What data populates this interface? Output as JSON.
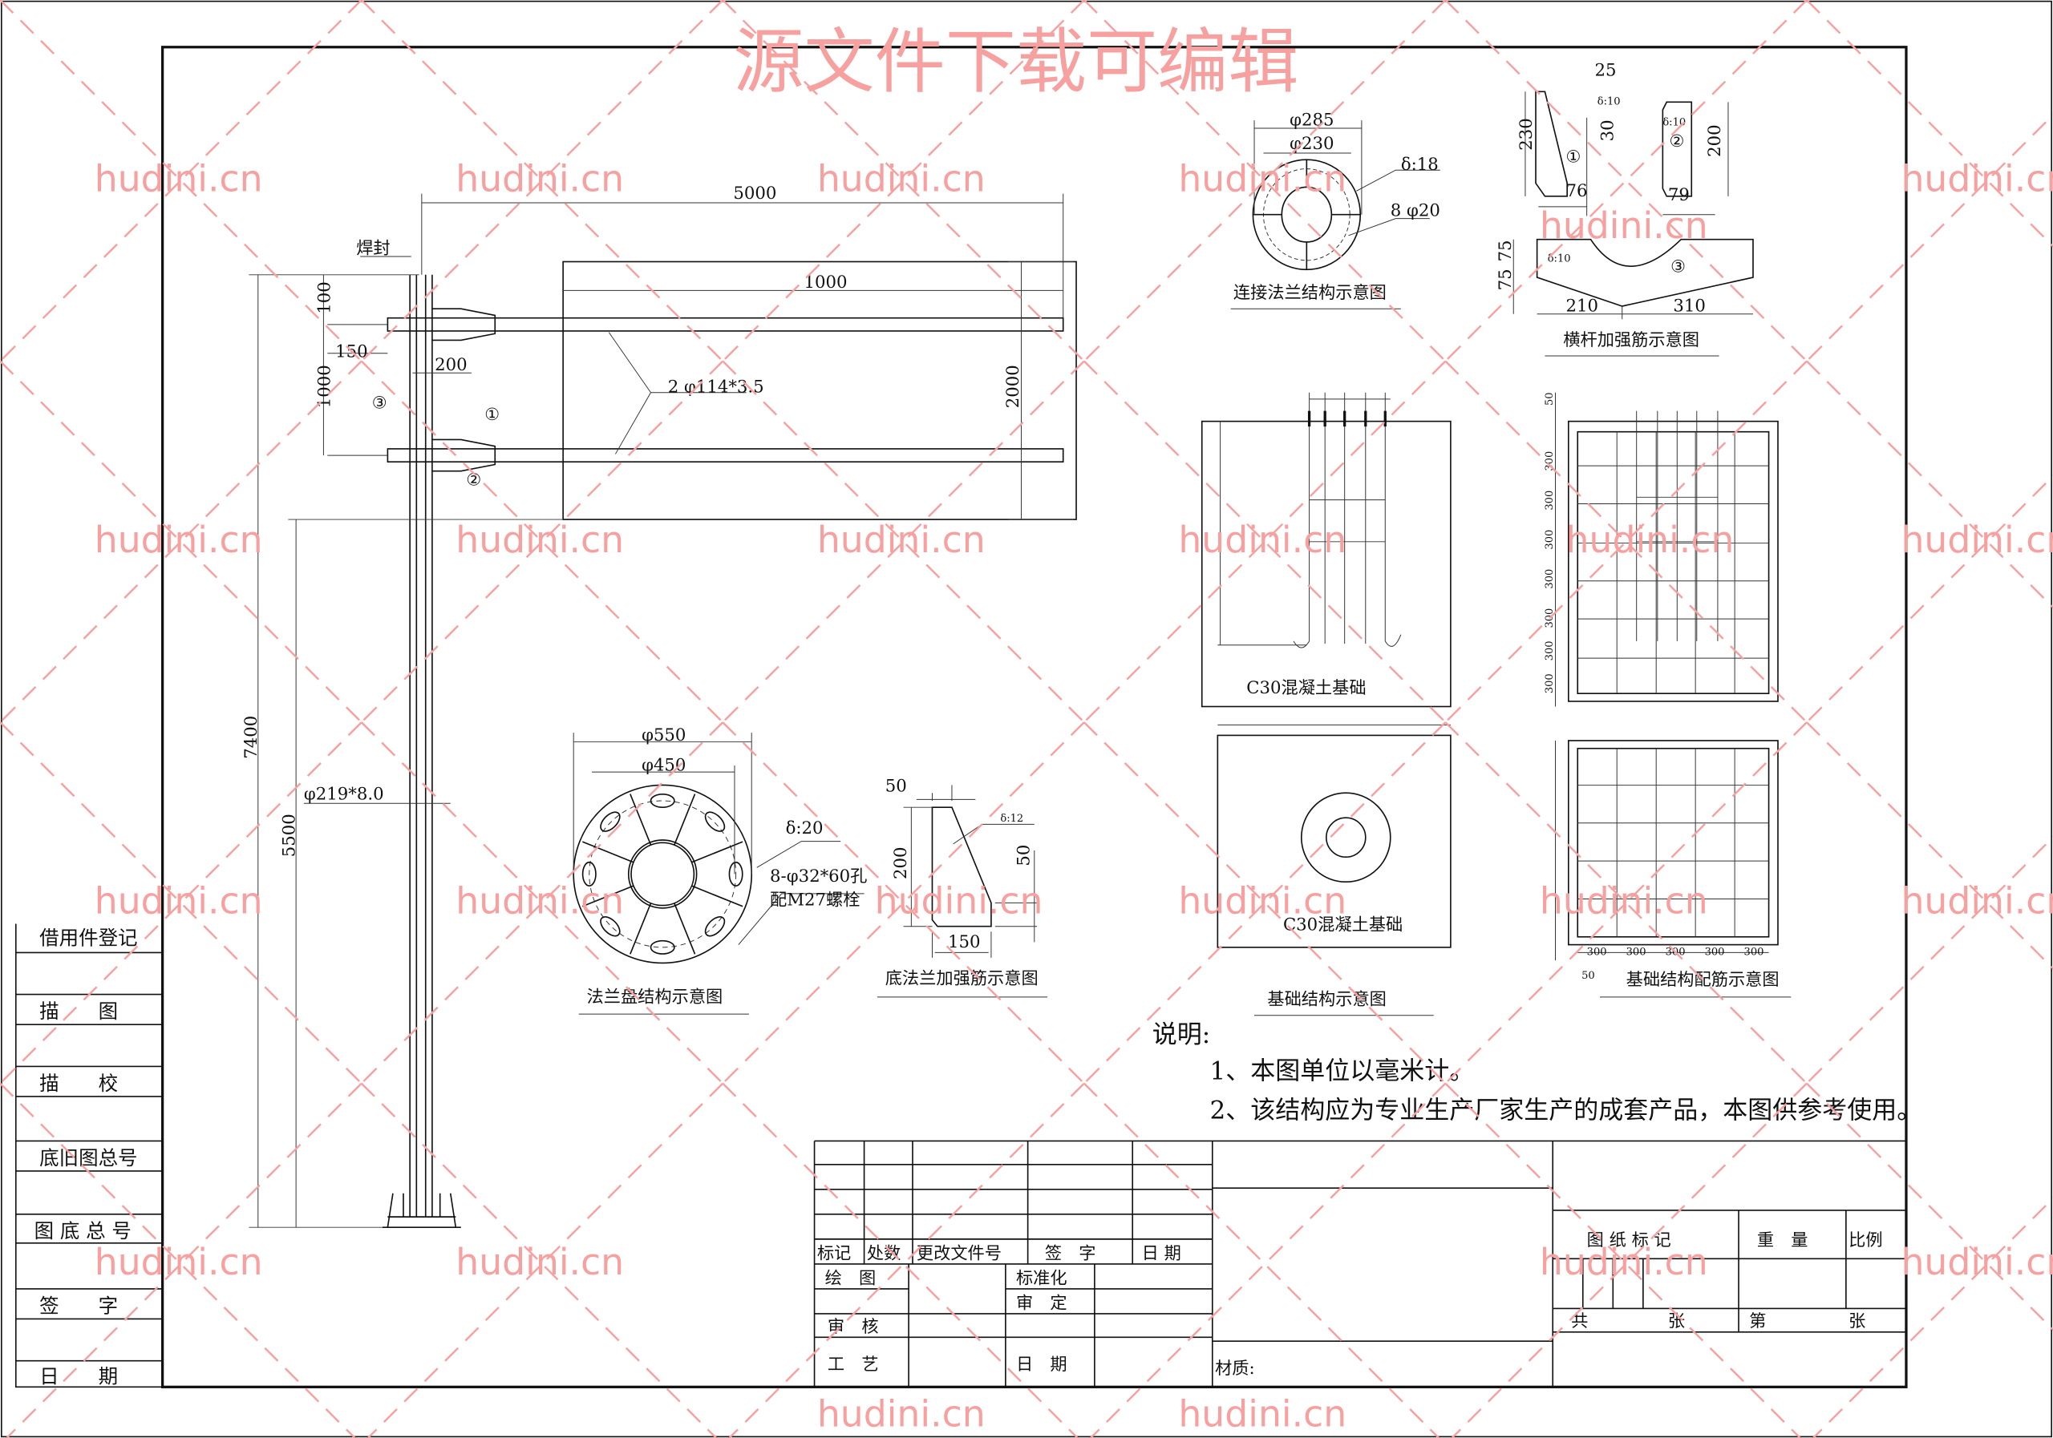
{
  "watermark": {
    "text": "hudini.cn",
    "banner": "源文件下载可编辑",
    "color": "#f7a0a0"
  },
  "left_column": [
    "借用件登记",
    "描　　图",
    "描　　校",
    "底旧图总号",
    "图 底 总 号",
    "签　　字",
    "日　　期"
  ],
  "main_view": {
    "weld_label": "焊封",
    "dim_total_width": "5000",
    "dim_box_width": "1000",
    "dim_top": "100",
    "dim_offset": "150",
    "dim_200": "200",
    "dim_arm_spacing": "1000",
    "dim_box_height": "2000",
    "arm_spec": "2 φ114*3.5",
    "pole_spec": "φ219*8.0",
    "dim_total_height": "7400",
    "dim_lower_height": "5500",
    "callouts": [
      "①",
      "②",
      "③"
    ]
  },
  "connection_flange": {
    "title": "连接法兰结构示意图",
    "d_outer": "φ285",
    "d_inner": "φ230",
    "thickness": "δ:18",
    "holes": "8 φ20"
  },
  "crossarm_ribs": {
    "title": "横杆加强筋示意图",
    "rib1": {
      "num": "①",
      "thickness": "δ:10",
      "h": "230",
      "top": "25",
      "side": "30",
      "w": "76"
    },
    "rib2": {
      "num": "②",
      "thickness": "δ:10",
      "h": "200",
      "w": "79"
    },
    "rib3": {
      "num": "③",
      "thickness": "δ:10",
      "h1": "75",
      "h2": "75",
      "w1": "210",
      "w2": "310"
    }
  },
  "base_flange": {
    "title": "法兰盘结构示意图",
    "d_outer": "φ550",
    "d_inner": "φ450",
    "thickness": "δ:20",
    "holes": "8-φ32*60孔",
    "bolts": "配M27螺栓"
  },
  "base_rib": {
    "title": "底法兰加强筋示意图",
    "top": "50",
    "h": "200",
    "side": "50",
    "w": "150",
    "thickness": "δ:12"
  },
  "foundation": {
    "title": "基础结构示意图",
    "concrete_label": "C30混凝土基础"
  },
  "foundation_rebar": {
    "title": "基础结构配筋示意图",
    "spacing": [
      "300",
      "300",
      "300",
      "300",
      "300",
      "300",
      "300"
    ],
    "edge": "50",
    "bottom_spacing": [
      "300",
      "300",
      "300",
      "300",
      "300"
    ]
  },
  "notes": {
    "heading": "说明:",
    "items": [
      "1、本图单位以毫米计。",
      "2、该结构应为专业生产厂家生产的成套产品，本图供参考使用。"
    ]
  },
  "title_block": {
    "rev_headers": [
      "标记",
      "处数",
      "更改文件号",
      "签　字",
      "日 期"
    ],
    "draw": "绘　图",
    "standard": "标准化",
    "approve": "审　定",
    "review": "审　核",
    "process": "工　艺",
    "date": "日　期",
    "material": "材质:",
    "drawing_mark": "图 纸 标 记",
    "weight": "重　量",
    "scale": "比例",
    "total": "共",
    "sheets": "张",
    "sheet_no": "第",
    "sheets2": "张"
  }
}
